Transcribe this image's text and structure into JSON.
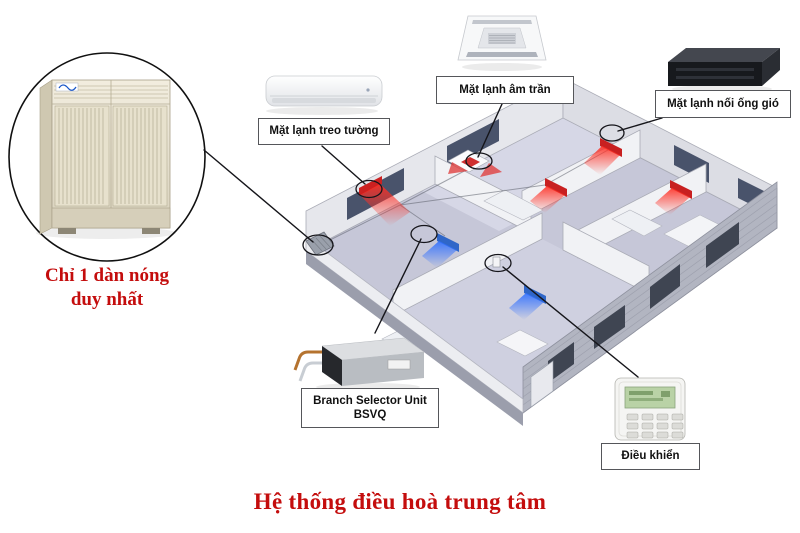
{
  "page": {
    "title": "Hệ thống điều hoà trung tâm",
    "background_color": "#ffffff",
    "accent_color": "#c40d0d"
  },
  "outdoor_unit": {
    "caption_line1": "Chỉ 1 dàn nóng",
    "caption_line2": "duy nhất"
  },
  "callouts": {
    "wall_unit": {
      "label": "Mặt lạnh treo tường"
    },
    "cassette_unit": {
      "label": "Mặt lạnh âm trần"
    },
    "duct_unit": {
      "label": "Mặt lạnh nối ống gió"
    },
    "branch_selector": {
      "label_line1": "Branch Selector Unit",
      "label_line2": "BSVQ"
    },
    "controller": {
      "label": "Điều khiển"
    }
  },
  "diagram": {
    "indoor_unit_warm_color": "#d03030",
    "indoor_unit_cool_color": "#3b6fd0",
    "floor_color": "#c6c7d8"
  }
}
